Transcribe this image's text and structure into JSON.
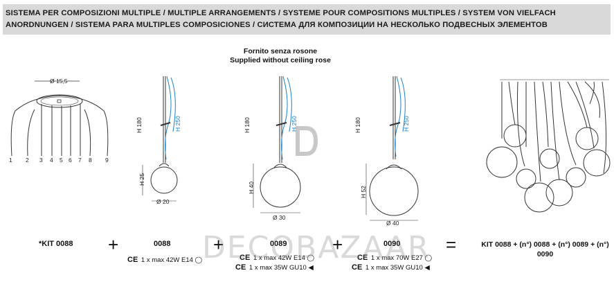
{
  "header": {
    "line1": "SISTEMA PER COMPOSIZIONI MULTIPLE / MULTIPLE ARRANGEMENTS / SYSTEME POUR COMPOSITIONS MULTIPLES / SYSTEM VON VIELFACH",
    "line2": "ANORDNUNGEN / SISTEMA PARA MULTIPLES COMPOSICIONES / СИСТЕМА ДЛЯ КОМПОЗИЦИИ НА НЕСКОЛЬКО ПОДВЕСНЫХ ЭЛЕМЕНТОВ"
  },
  "notice": {
    "it": "Fornito senza rosone",
    "en": "Supplied without ceiling rose"
  },
  "kit_diagram": {
    "diameter": "Ø 15,5",
    "positions": [
      "1",
      "2",
      "3",
      "4",
      "5",
      "6",
      "7",
      "8",
      "9"
    ]
  },
  "lamps": [
    {
      "code": "0088",
      "h_cable": "H 180",
      "h_total": "H 250",
      "h_globe": "H 25",
      "diameter": "Ø 20",
      "specs": [
        {
          "text": "1 x max 42W E14",
          "icon": "bulb-icon"
        }
      ]
    },
    {
      "code": "0089",
      "h_cable": "H 180",
      "h_total": "H 250",
      "h_globe": "H 40",
      "diameter": "Ø 30",
      "specs": [
        {
          "text": "1 x max 42W E14",
          "icon": "bulb-icon"
        },
        {
          "text": "1 x max 35W GU10",
          "icon": "spot-icon"
        }
      ]
    },
    {
      "code": "0090",
      "h_cable": "H 180",
      "h_total": "H 250",
      "h_globe": "H 52",
      "diameter": "Ø 40",
      "specs": [
        {
          "text": "1 x max 70W E27",
          "icon": "bulb-icon"
        },
        {
          "text": "1 x max 35W GU10",
          "icon": "spot-icon"
        }
      ]
    }
  ],
  "kit": {
    "code": "*KIT 0088",
    "result": "KIT 0088 + (n°) 0088 + (n°) 0089 + (n°) 0090"
  },
  "operators": {
    "plus": "+",
    "equals": "="
  },
  "ce_mark": "CE",
  "watermark": "DECOBAZAAR",
  "colors": {
    "banner": "#d9d9d9",
    "cable_blue": "#1a7fc4",
    "text": "#111111"
  }
}
